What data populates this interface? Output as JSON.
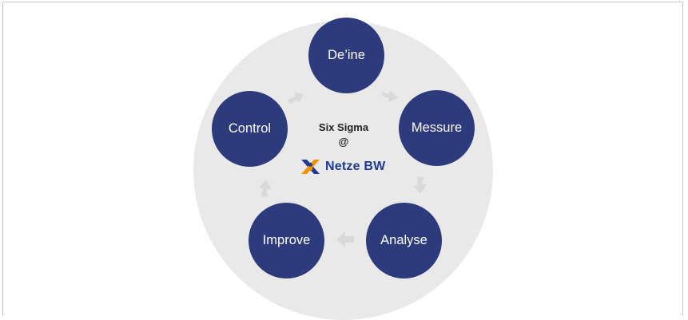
{
  "diagram": {
    "phases": {
      "define": "De’ine",
      "measure": "Messure",
      "analyse": "Analyse",
      "improve": "Improve",
      "control": "Control"
    },
    "center": {
      "title": "Six Sigma",
      "at": "@",
      "logo_text": "Netze BW"
    }
  },
  "colors": {
    "phase_fill": "#2d3a7b",
    "background_circle": "#e9e9e9",
    "arrow": "#d9d9d9",
    "logo_text": "#1f3b8f",
    "logo_orange": "#f39200",
    "logo_blue": "#1f3b8f"
  }
}
